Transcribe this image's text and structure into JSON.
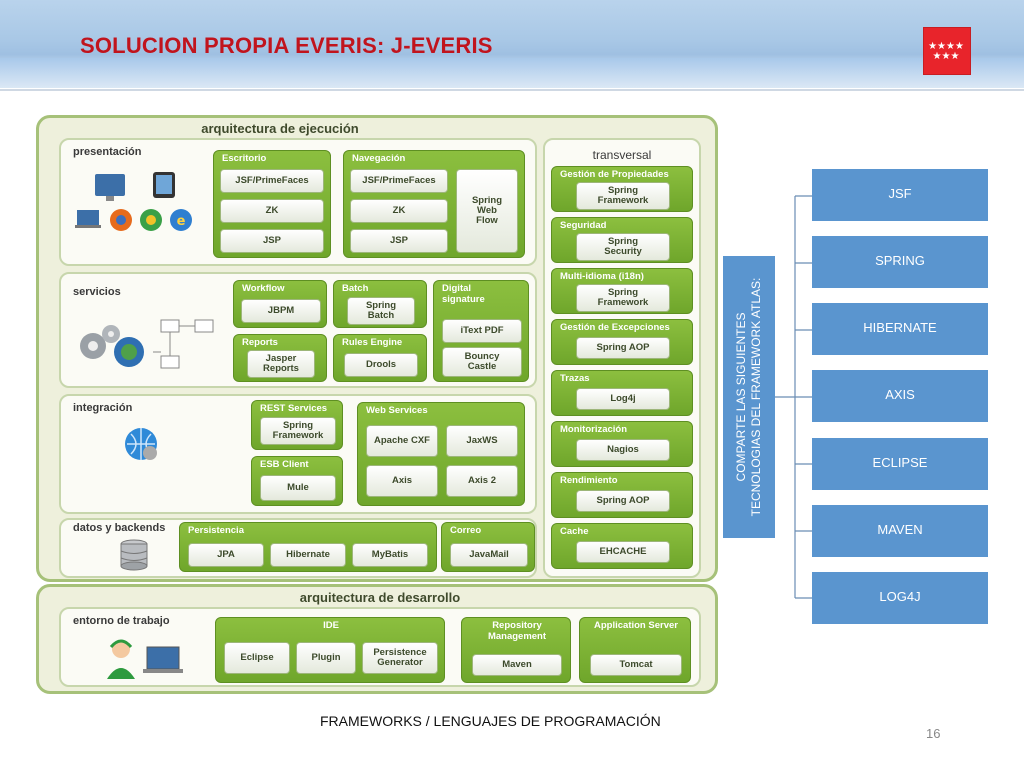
{
  "title": "SOLUCION PROPIA EVERIS: J-EVERIS",
  "colors": {
    "title": "#c1141d",
    "accent_blue": "#5a95cf",
    "green": "#6fa62b",
    "logo_red": "#e8242b"
  },
  "exec": {
    "title": "arquitectura de ejecución",
    "presentacion": {
      "title": "presentación",
      "escritorio": {
        "title": "Escritorio",
        "items": [
          "JSF/PrimeFaces",
          "ZK",
          "JSP"
        ]
      },
      "navegacion": {
        "title": "Navegación",
        "items": [
          "JSF/PrimeFaces",
          "ZK",
          "JSP"
        ],
        "spring": "Spring Web Flow"
      }
    },
    "servicios": {
      "title": "servicios",
      "workflow": {
        "title": "Workflow",
        "item": "JBPM"
      },
      "batch": {
        "title": "Batch",
        "item": "Spring Batch"
      },
      "digital": {
        "title": "Digital signature",
        "items": [
          "iText PDF",
          "Bouncy Castle"
        ]
      },
      "reports": {
        "title": "Reports",
        "item": "Jasper Reports"
      },
      "rules": {
        "title": "Rules Engine",
        "item": "Drools"
      }
    },
    "integracion": {
      "title": "integración",
      "rest": {
        "title": "REST Services",
        "item": "Spring Framework"
      },
      "esb": {
        "title": "ESB Client",
        "item": "Mule"
      },
      "ws": {
        "title": "Web Services",
        "items": [
          "Apache CXF",
          "JaxWS",
          "Axis",
          "Axis 2"
        ]
      }
    },
    "datos": {
      "title": "datos y backends",
      "persistencia": {
        "title": "Persistencia",
        "items": [
          "JPA",
          "Hibernate",
          "MyBatis"
        ]
      },
      "correo": {
        "title": "Correo",
        "item": "JavaMail"
      }
    },
    "transversal": {
      "title": "transversal",
      "boxes": [
        {
          "title": "Gestión de Propiedades",
          "item": "Spring Framework"
        },
        {
          "title": "Seguridad",
          "item": "Spring Security"
        },
        {
          "title": "Multi-idioma (i18n)",
          "item": "Spring Framework"
        },
        {
          "title": "Gestión de Excepciones",
          "item": "Spring AOP"
        },
        {
          "title": "Trazas",
          "item": "Log4j"
        },
        {
          "title": "Monitorización",
          "item": "Nagios"
        },
        {
          "title": "Rendimiento",
          "item": "Spring AOP"
        },
        {
          "title": "Cache",
          "item": "EHCACHE"
        }
      ]
    }
  },
  "dev": {
    "title": "arquitectura de desarrollo",
    "entorno": {
      "title": "entorno de trabajo"
    },
    "ide": {
      "title": "IDE",
      "items": [
        "Eclipse",
        "Plugin",
        "Persistence Generator"
      ]
    },
    "repo": {
      "title": "Repository Management",
      "item": "Maven"
    },
    "app": {
      "title": "Application Server",
      "item": "Tomcat"
    }
  },
  "vertical_label": [
    "COMPARTE LAS SIGUIENTES",
    "TECNOLOGIAS DEL FRAMEWORK ATLAS:"
  ],
  "technologies": [
    "JSF",
    "SPRING",
    "HIBERNATE",
    "AXIS",
    "ECLIPSE",
    "MAVEN",
    "LOG4J"
  ],
  "footer": "FRAMEWORKS / LENGUAJES DE PROGRAMACIÓN",
  "page_number": "16"
}
